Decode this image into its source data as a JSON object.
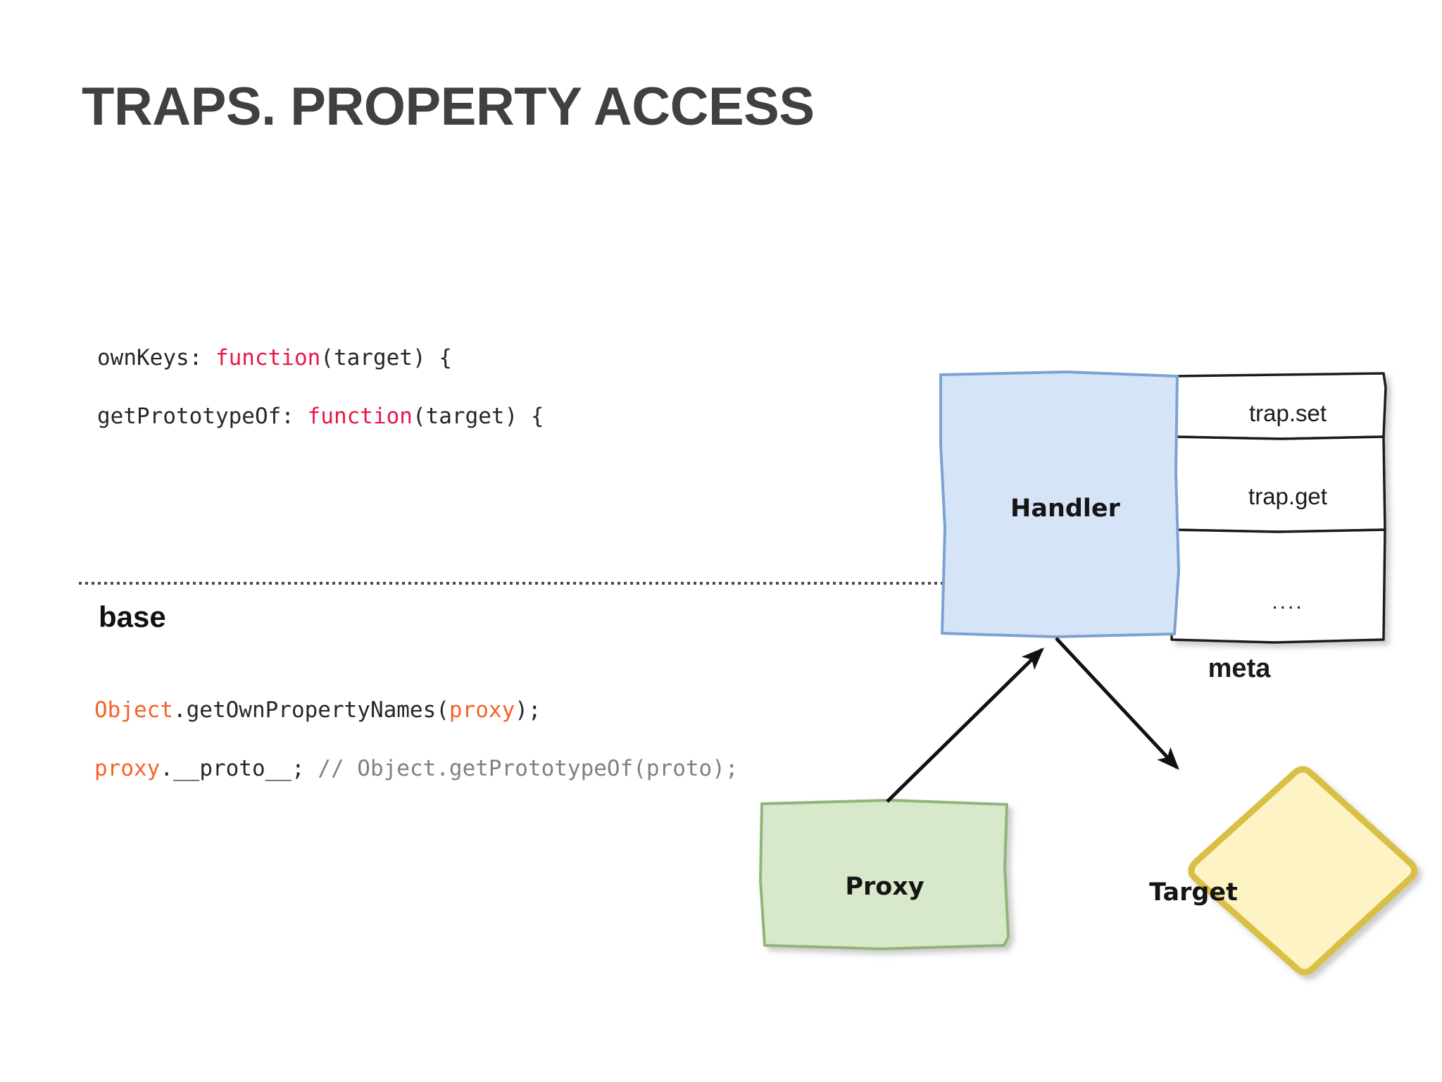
{
  "slide": {
    "title": "TRAPS. PROPERTY ACCESS",
    "background_color": "#ffffff",
    "title_color": "#404040"
  },
  "divider": {
    "style": "dotted",
    "color": "#4a4a4a"
  },
  "section_label": {
    "base": "base"
  },
  "code": {
    "meta_section": [
      {
        "id": "line-1",
        "tokens": [
          {
            "text": "ownKeys: ",
            "style": "plain"
          },
          {
            "text": "function",
            "style": "keyword"
          },
          {
            "text": "(target) {",
            "style": "plain"
          }
        ]
      },
      {
        "id": "line-2",
        "tokens": [
          {
            "text": "getPrototypeOf: ",
            "style": "plain"
          },
          {
            "text": "function",
            "style": "keyword"
          },
          {
            "text": "(target) {",
            "style": "plain"
          }
        ]
      }
    ],
    "base_section": [
      {
        "id": "line-3",
        "tokens": [
          {
            "text": "Object",
            "style": "orange"
          },
          {
            "text": ".getOwnPropertyNames(",
            "style": "plain"
          },
          {
            "text": "proxy",
            "style": "orange"
          },
          {
            "text": ");",
            "style": "plain"
          }
        ]
      },
      {
        "id": "line-4",
        "tokens": [
          {
            "text": "proxy",
            "style": "orange"
          },
          {
            "text": ".__proto__; ",
            "style": "plain"
          },
          {
            "text": "// Object.getPrototypeOf(proto);",
            "style": "comment"
          }
        ]
      }
    ],
    "colors": {
      "plain": "#262626",
      "keyword": "#e8174a",
      "orange": "#f4622a",
      "comment": "#808080"
    }
  },
  "diagram": {
    "nodes": {
      "handler": {
        "label": "Handler",
        "shape": "rectangle",
        "fill": "#d6e4f7",
        "stroke": "#7ba3d0"
      },
      "proxy": {
        "label": "Proxy",
        "shape": "rectangle",
        "fill": "#d8e8cb",
        "stroke": "#8fb57a"
      },
      "target": {
        "label": "Target",
        "shape": "diamond",
        "fill": "#fdf3c4",
        "stroke": "#d9c044"
      }
    },
    "meta_table": {
      "label": "meta",
      "rows": [
        "trap.set",
        "trap.get",
        "...."
      ],
      "fill": "#ffffff",
      "stroke": "#1a1a1a"
    },
    "arrows": [
      {
        "from": "proxy",
        "to": "handler",
        "direction": "up-right"
      },
      {
        "from": "handler",
        "to": "target",
        "direction": "down-right"
      }
    ]
  }
}
